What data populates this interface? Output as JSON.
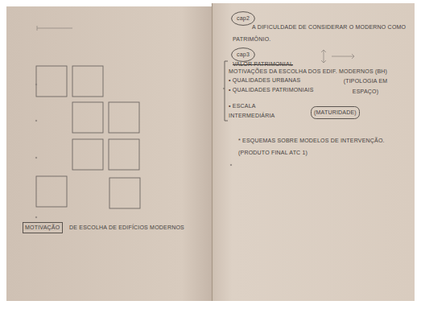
{
  "diagram": {
    "nodes": [
      {
        "text": [
          "MOTIVAÇÃO"
        ]
      },
      {
        "text": [
          "cap2"
        ]
      },
      {
        "text": [
          "cap3"
        ]
      },
      {
        "text": [
          "(MATURIDADE)"
        ]
      }
    ],
    "labels": [
      "DE ESCOLHA DE EDIFÍCIOS MODERNOS",
      "A DIFICULDADE DE CONSIDERAR O MODERNO COMO PATRIMÔNIO.",
      "VALOR PATRIMONIAL",
      "MOTIVAÇÕES DA ESCOLHA DOS EDIF. MODERNOS (BH)",
      "• QUALIDADES URBANAS",
      "(TIPOLOGIA EM ESPAÇO)",
      "• QUALIDADES PATRIMONIAIS",
      "• ESCALA INTERMEDIÁRIA",
      "* ESQUEMAS SOBRE MODELOS DE INTERVENÇÃO. (PRODUTO FINAL ATC 1)"
    ]
  }
}
